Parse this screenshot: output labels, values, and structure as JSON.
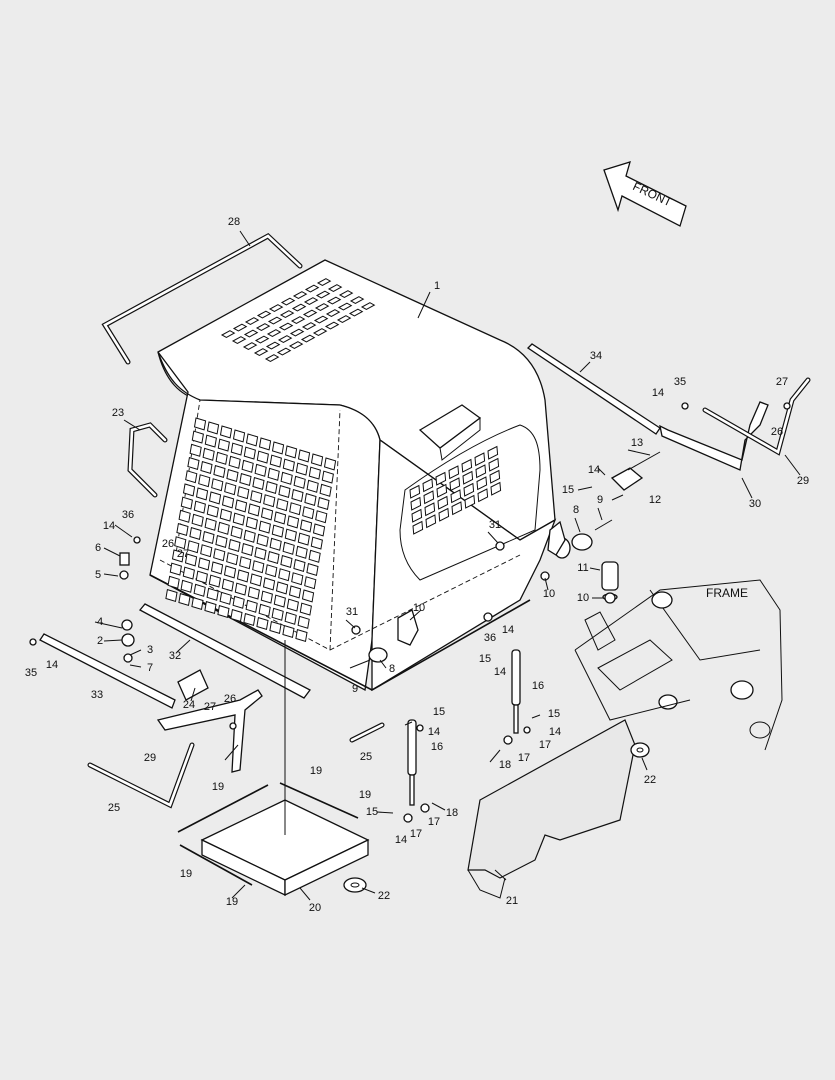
{
  "direction_label": "FRONT",
  "frame_label": "FRAME",
  "callouts": [
    {
      "id": "c1",
      "text": "1"
    },
    {
      "id": "c2",
      "text": "2"
    },
    {
      "id": "c3",
      "text": "3"
    },
    {
      "id": "c4",
      "text": "4"
    },
    {
      "id": "c5",
      "text": "5"
    },
    {
      "id": "c6",
      "text": "6"
    },
    {
      "id": "c7",
      "text": "7"
    },
    {
      "id": "c8a",
      "text": "8"
    },
    {
      "id": "c8b",
      "text": "8"
    },
    {
      "id": "c9a",
      "text": "9"
    },
    {
      "id": "c9b",
      "text": "9"
    },
    {
      "id": "c10a",
      "text": "10"
    },
    {
      "id": "c10b",
      "text": "10"
    },
    {
      "id": "c10c",
      "text": "10"
    },
    {
      "id": "c11",
      "text": "11"
    },
    {
      "id": "c12",
      "text": "12"
    },
    {
      "id": "c13",
      "text": "13"
    },
    {
      "id": "c14a",
      "text": "14"
    },
    {
      "id": "c14b",
      "text": "14"
    },
    {
      "id": "c14c",
      "text": "14"
    },
    {
      "id": "c14d",
      "text": "14"
    },
    {
      "id": "c14e",
      "text": "14"
    },
    {
      "id": "c14f",
      "text": "14"
    },
    {
      "id": "c14g",
      "text": "14"
    },
    {
      "id": "c14h",
      "text": "14"
    },
    {
      "id": "c14i",
      "text": "14"
    },
    {
      "id": "c15a",
      "text": "15"
    },
    {
      "id": "c15b",
      "text": "15"
    },
    {
      "id": "c15c",
      "text": "15"
    },
    {
      "id": "c15d",
      "text": "15"
    },
    {
      "id": "c15e",
      "text": "15"
    },
    {
      "id": "c16a",
      "text": "16"
    },
    {
      "id": "c16b",
      "text": "16"
    },
    {
      "id": "c17a",
      "text": "17"
    },
    {
      "id": "c17b",
      "text": "17"
    },
    {
      "id": "c17c",
      "text": "17"
    },
    {
      "id": "c17d",
      "text": "17"
    },
    {
      "id": "c18a",
      "text": "18"
    },
    {
      "id": "c18b",
      "text": "18"
    },
    {
      "id": "c19a",
      "text": "19"
    },
    {
      "id": "c19b",
      "text": "19"
    },
    {
      "id": "c19c",
      "text": "19"
    },
    {
      "id": "c19d",
      "text": "19"
    },
    {
      "id": "c19e",
      "text": "19"
    },
    {
      "id": "c20",
      "text": "20"
    },
    {
      "id": "c21",
      "text": "21"
    },
    {
      "id": "c22a",
      "text": "22"
    },
    {
      "id": "c22b",
      "text": "22"
    },
    {
      "id": "c23",
      "text": "23"
    },
    {
      "id": "c24",
      "text": "24"
    },
    {
      "id": "c25a",
      "text": "25"
    },
    {
      "id": "c25b",
      "text": "25"
    },
    {
      "id": "c26a",
      "text": "26"
    },
    {
      "id": "c26b",
      "text": "26"
    },
    {
      "id": "c26c",
      "text": "26"
    },
    {
      "id": "c27a",
      "text": "27"
    },
    {
      "id": "c27b",
      "text": "27"
    },
    {
      "id": "c27c",
      "text": "27"
    },
    {
      "id": "c28",
      "text": "28"
    },
    {
      "id": "c29a",
      "text": "29"
    },
    {
      "id": "c29b",
      "text": "29"
    },
    {
      "id": "c30",
      "text": "30"
    },
    {
      "id": "c31a",
      "text": "31"
    },
    {
      "id": "c31b",
      "text": "31"
    },
    {
      "id": "c32",
      "text": "32"
    },
    {
      "id": "c33",
      "text": "33"
    },
    {
      "id": "c34",
      "text": "34"
    },
    {
      "id": "c35a",
      "text": "35"
    },
    {
      "id": "c35b",
      "text": "35"
    },
    {
      "id": "c36a",
      "text": "36"
    },
    {
      "id": "c36b",
      "text": "36"
    }
  ]
}
